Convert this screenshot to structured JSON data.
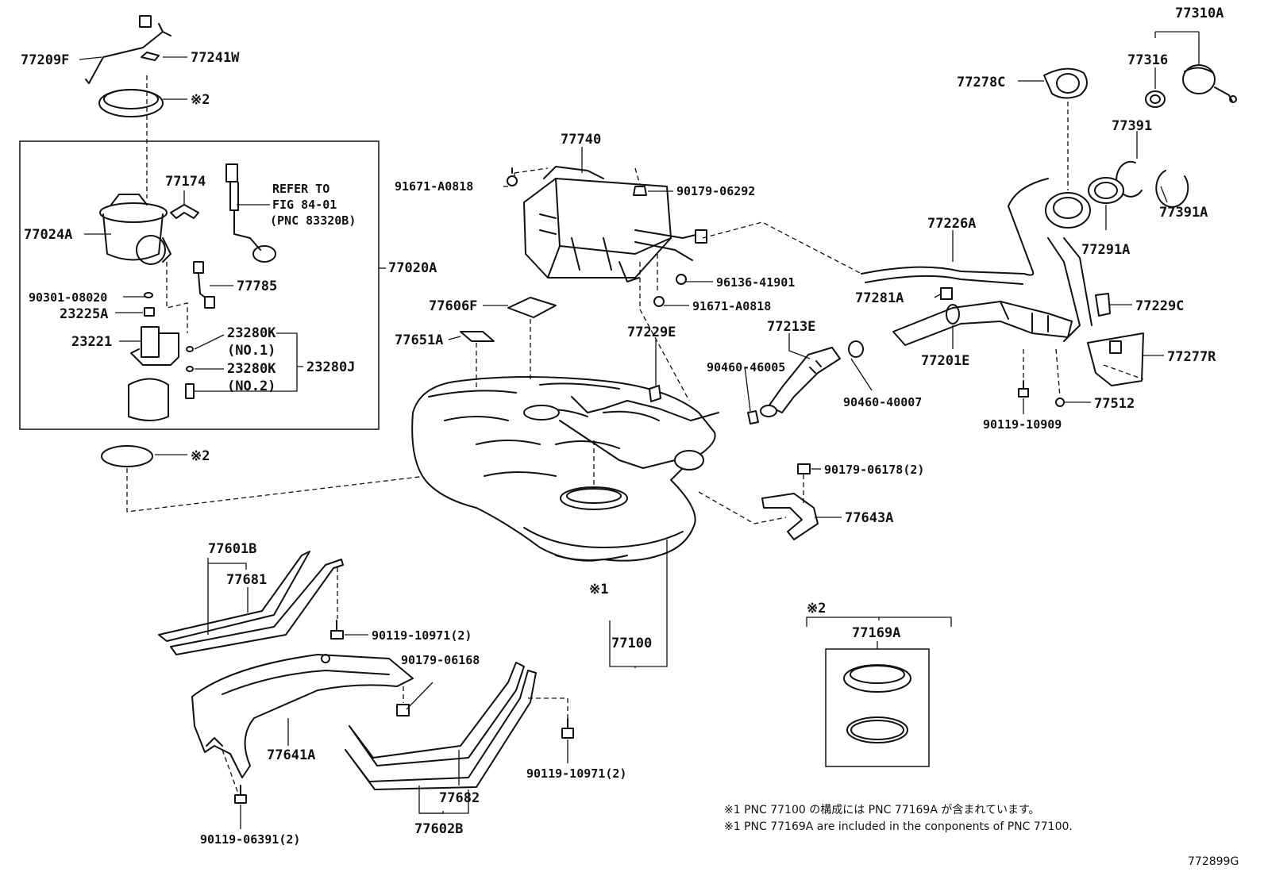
{
  "figure_id": "772899G",
  "labels": {
    "p77209F": "77209F",
    "p77241W": "77241W",
    "mark2_a": "※2",
    "p77174": "77174",
    "refer1": "REFER TO",
    "refer2": "FIG 84-01",
    "refer3": "(PNC 83320B)",
    "p77024A": "77024A",
    "p77020A": "77020A",
    "p77785": "77785",
    "p90301": "90301-08020",
    "p23225A": "23225A",
    "p23221": "23221",
    "p23280K1": "23280K",
    "p23280K1b": "(NO.1)",
    "p23280K2": "23280K",
    "p23280K2b": "(NO.2)",
    "p23280J": "23280J",
    "mark2_b": "※2",
    "p77740": "77740",
    "p91671a": "91671-A0818",
    "p90179_06292": "90179-06292",
    "p96136": "96136-41901",
    "p91671b": "91671-A0818",
    "p77606F": "77606F",
    "p77651A": "77651A",
    "p77229E": "77229E",
    "p90460_46005": "90460-46005",
    "p77213E": "77213E",
    "p90460_40007": "90460-40007",
    "p77201E": "77201E",
    "p77281A": "77281A",
    "p77226A": "77226A",
    "p77278C": "77278C",
    "p77310A": "77310A",
    "p77316": "77316",
    "p77391": "77391",
    "p77391A": "77391A",
    "p77291A": "77291A",
    "p77229C": "77229C",
    "p77277R": "77277R",
    "p77512": "77512",
    "p90119_10909": "90119-10909",
    "p90179_06178": "90179-06178(2)",
    "p77643A": "77643A",
    "p77601B": "77601B",
    "p77681": "77681",
    "p90119_10971a": "90119-10971(2)",
    "p90179_06168": "90179-06168",
    "p77641A": "77641A",
    "p90119_06391": "90119-06391(2)",
    "p77682": "77682",
    "p77602B": "77602B",
    "p90119_10971b": "90119-10971(2)",
    "mark1": "※1",
    "p77100": "77100",
    "mark2_c": "※2",
    "p77169A": "77169A"
  },
  "notes": {
    "line1": "※1 PNC 77100 の構成には PNC 77169A が含まれています。",
    "line2": "※1 PNC 77169A are included in the conponents of PNC 77100."
  }
}
